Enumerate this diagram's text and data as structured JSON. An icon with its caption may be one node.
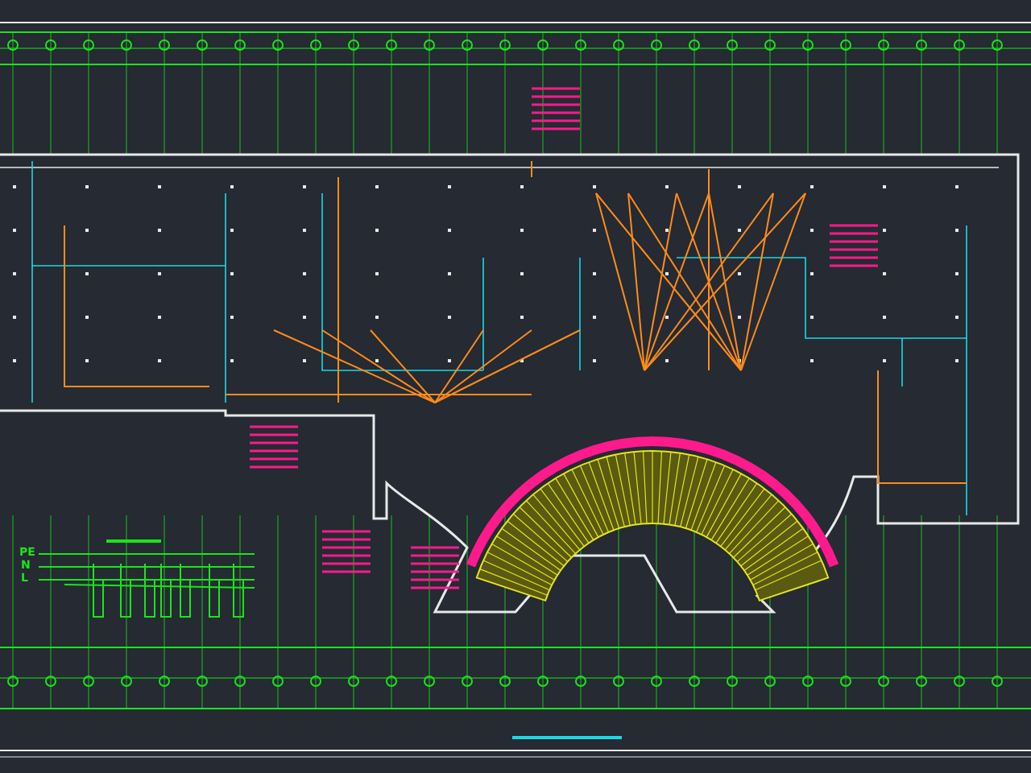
{
  "diagram": {
    "labels": [
      "PE",
      "N",
      "L"
    ]
  }
}
